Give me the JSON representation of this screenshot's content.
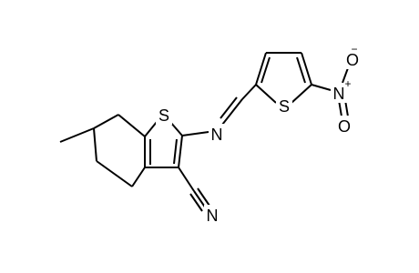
{
  "molecule": {
    "atoms": {
      "s_benzothiophene": "S",
      "n_imine": "N",
      "s_thiophene": "S",
      "n_nitro": "N",
      "o_nitro_top": "O",
      "o_nitro_bottom": "O",
      "n_nitrile": "N"
    },
    "charges": {
      "o_nitro_top": "−",
      "n_nitro": "+"
    }
  }
}
